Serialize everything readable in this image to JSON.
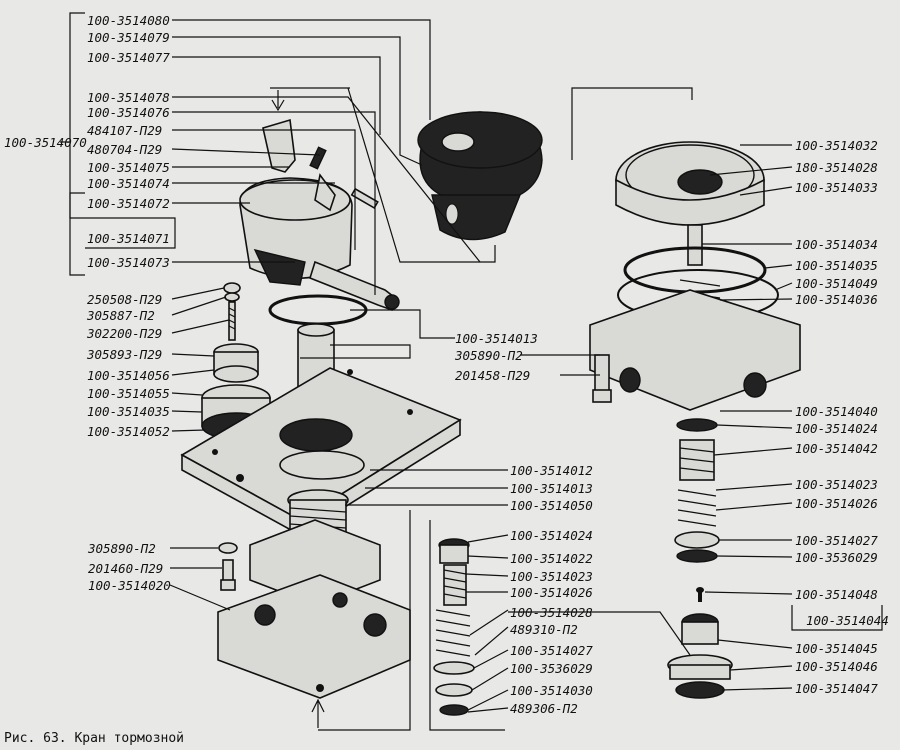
{
  "caption": "Рис. 63. Кран тормозной",
  "labels": {
    "l01": "100-3514080",
    "l02": "100-3514079",
    "l03": "100-3514077",
    "l04": "100-3514078",
    "l05": "100-3514076",
    "l06": "484107-П29",
    "l07": "480704-П29",
    "l08": "100-3514075",
    "l09": "100-3514074",
    "l10": "100-3514072",
    "l11": "100-3514071",
    "l12": "100-3514073",
    "l13": "100-3514070",
    "l14": "250508-П29",
    "l15": "305887-П2",
    "l16": "302200-П29",
    "l17": "305893-П29",
    "l18": "100-3514056",
    "l19": "100-3514055",
    "l20": "100-3514035",
    "l21": "100-3514052",
    "l22": "100-3514013",
    "l23": "305890-П2",
    "l24": "201458-П29",
    "l25": "100-3514012",
    "l26": "100-3514013",
    "l27": "100-3514050",
    "l28": "305890-П2",
    "l29": "201460-П29",
    "l30": "100-3514020",
    "l31": "100-3514024",
    "l32": "100-3514022",
    "l33": "100-3514023",
    "l34": "100-3514026",
    "l35": "100-3514028",
    "l36": "489310-П2",
    "l37": "100-3514027",
    "l38": "100-3536029",
    "l39": "100-3514030",
    "l40": "489306-П2",
    "r01": "100-3514032",
    "r02": "180-3514028",
    "r03": "100-3514033",
    "r04": "100-3514034",
    "r05": "100-3514035",
    "r06": "100-3514049",
    "r07": "100-3514036",
    "r08": "100-3514040",
    "r09": "100-3514024",
    "r10": "100-3514042",
    "r11": "100-3514023",
    "r12": "100-3514026",
    "r13": "100-3514027",
    "r14": "100-3536029",
    "r15": "100-3514048",
    "r16": "100-3514044",
    "r17": "100-3514045",
    "r18": "100-3514046",
    "r19": "100-3514047"
  }
}
